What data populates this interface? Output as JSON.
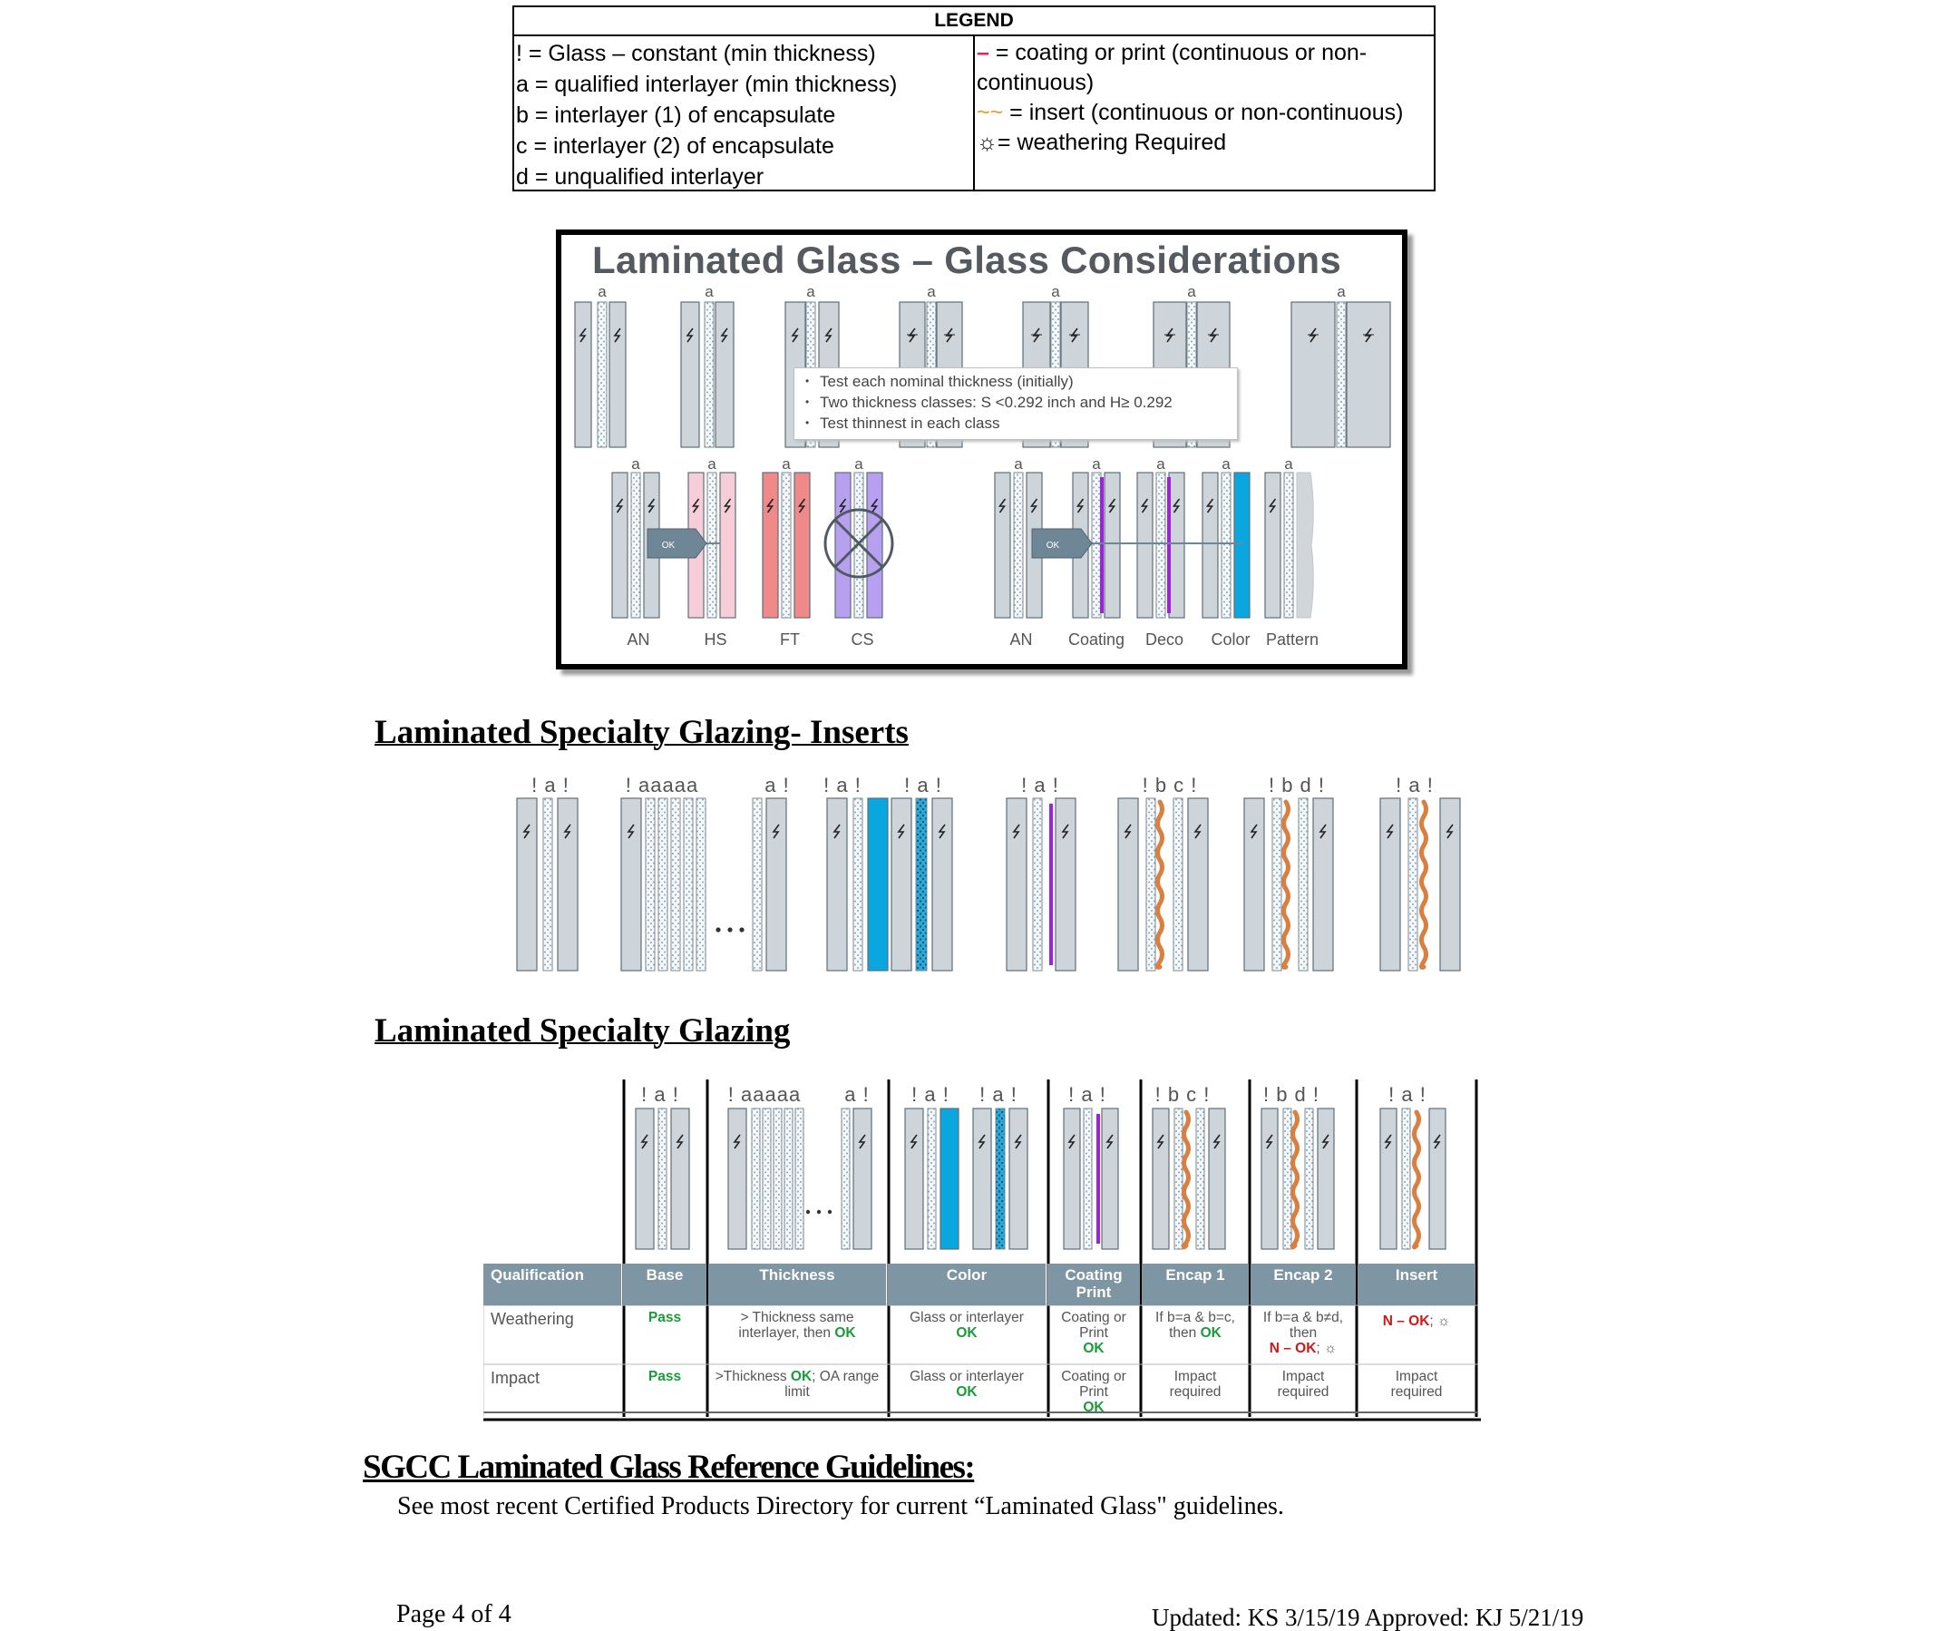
{
  "legend": {
    "title": "LEGEND",
    "left": [
      "! = Glass – constant (min thickness)",
      "a = qualified interlayer (min thickness)",
      "b = interlayer (1) of encapsulate",
      "c = interlayer (2) of encapsulate",
      "d = unqualified interlayer"
    ],
    "right": {
      "coating_symbol": "–",
      "coating_text_1": " = coating or print (continuous or non-",
      "coating_text_2": "continuous)",
      "insert_symbol": "~~",
      "insert_text": " = insert (continuous or non-continuous)",
      "weather_symbol": "☼",
      "weather_text": "= weathering Required"
    }
  },
  "figure1": {
    "title": "Laminated Glass – Glass Considerations",
    "top_labels": [
      "a",
      "a",
      "a",
      "a",
      "a",
      "a",
      "a"
    ],
    "bullets": [
      "Test each nominal thickness (initially)",
      "Two thickness classes: S <0.292 inch and H≥ 0.292",
      "Test thinnest in each class"
    ],
    "bottom_labels": [
      "a",
      "a",
      "a",
      "a",
      "a",
      "a",
      "a",
      "a",
      "a"
    ],
    "ok_left": "OK",
    "ok_right": "OK",
    "captions": [
      "AN",
      "HS",
      "FT",
      "CS",
      "AN",
      "Coating",
      "Deco",
      "Color",
      "Pattern"
    ]
  },
  "inserts_heading": "Laminated Specialty Glazing- Inserts",
  "inserts": {
    "labels": [
      "! a !",
      "! aaaaa",
      "a !",
      "! a !",
      "! a !",
      "! a !",
      "! b c !",
      "! b d !",
      "! a !"
    ]
  },
  "specialty_heading": "Laminated Specialty Glazing",
  "specialty": {
    "labels": [
      "! a !",
      "! aaaaa",
      "a !",
      "! a !",
      "! a !",
      "! a !",
      "! b c !",
      "! b d !",
      "! a !"
    ]
  },
  "qual_table": {
    "headers": [
      "Qualification",
      "Base",
      "Thickness",
      "Color",
      "Coating Print",
      "Encap 1",
      "Encap 2",
      "Insert"
    ],
    "rows": [
      {
        "label": "Weathering",
        "base": "Pass",
        "thickness_pre": "> Thickness same interlayer, then",
        "thickness_ok": "OK",
        "color_pre": "Glass or interlayer",
        "color_ok": "OK",
        "coating_pre": "Coating or Print",
        "coating_ok": "OK",
        "encap1_pre": "If b=a & b=c, then",
        "encap1_ok": "OK",
        "encap2_pre": "If b=a & b≠d, then",
        "encap2_nok": "N – OK",
        "encap2_sym": "; ☼",
        "insert_nok": "N – OK",
        "insert_sym": "; ☼"
      },
      {
        "label": "Impact",
        "base": "Pass",
        "thickness_pre": ">Thickness",
        "thickness_ok": "OK",
        "thickness_post": "; OA range limit",
        "color_pre": "Glass or interlayer",
        "color_ok": "OK",
        "coating_pre": "Coating or Print",
        "coating_ok": "OK",
        "encap1": "Impact required",
        "encap2": "Impact required",
        "insert": "Impact required"
      }
    ]
  },
  "reference": {
    "title": "SGCC Laminated Glass Reference Guidelines:",
    "text": "See most recent Certified Products Directory for current “Laminated Glass\" guidelines."
  },
  "footer": {
    "page": "Page 4 of 4",
    "updated": "Updated: KS 3/15/19 Approved: KJ 5/21/19"
  },
  "colors": {
    "glass": "#cdd5db",
    "interlayer": "#f4f8fa",
    "hs": "#f6cdd8",
    "ft": "#f08a8a",
    "cs": "#b8a0f0",
    "blue": "#0aa6e0",
    "coating": "#a020e0",
    "insert": "#d98040",
    "header": "#7e95a4"
  }
}
